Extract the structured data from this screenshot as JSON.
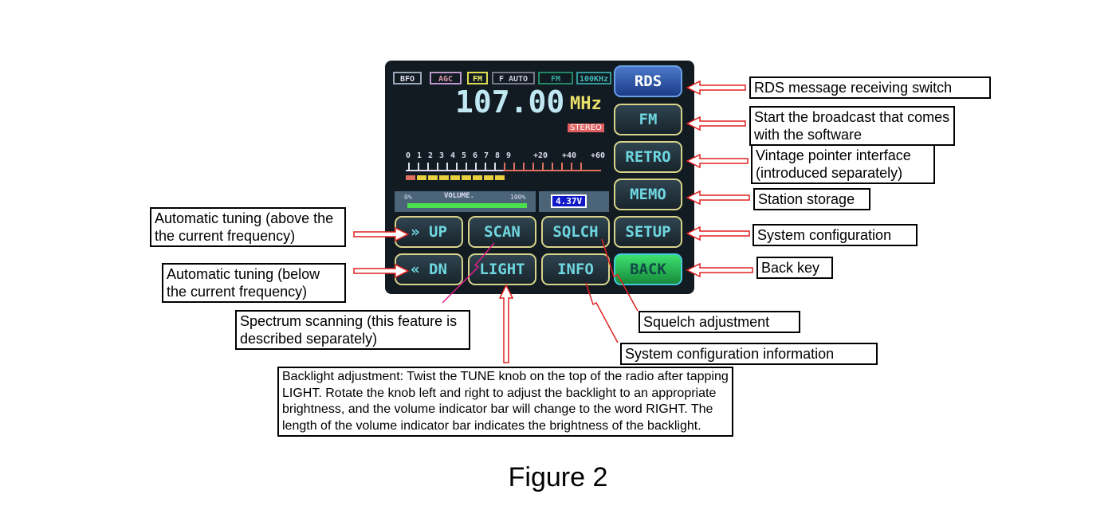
{
  "screen": {
    "indicators": [
      "BFO",
      "AGC",
      "FM",
      "F AUTO",
      "FM",
      "100KHz"
    ],
    "frequency": "107.00",
    "unit": "MHz",
    "stereo": "STEREO",
    "scale_labels": [
      "0",
      "1",
      "2",
      "3",
      "4",
      "5",
      "6",
      "7",
      "8",
      "9",
      "+20",
      "+40",
      "+60"
    ],
    "volume": {
      "label": "VOLUME.",
      "min": "0%",
      "max": "100%",
      "level_percent": 100
    },
    "battery": "4.37V",
    "buttons_right": [
      "RDS",
      "FM",
      "RETRO",
      "MEMO",
      "SETUP",
      "BACK"
    ],
    "buttons_bottom": [
      "UP",
      "SCAN",
      "SQLCH",
      "DN",
      "LIGHT",
      "INFO"
    ],
    "colors": {
      "accent": "#6fd6e0",
      "back": "#2fc060",
      "border": "#d8d48a"
    }
  },
  "annotations": {
    "rds": "RDS message receiving switch",
    "fm": "Start the broadcast that comes with the software",
    "retro": "Vintage pointer interface (introduced separately)",
    "memo": "Station storage",
    "setup": "System configuration",
    "back": "Back key",
    "up": "Automatic tuning (above the the current frequency)",
    "dn": "Automatic tuning (below the current frequency)",
    "scan": "Spectrum scanning (this feature is described separately)",
    "sqlch": "Squelch adjustment",
    "info": "System configuration information",
    "light": "Backlight adjustment: Twist the TUNE knob on the top of the radio after tapping LIGHT. Rotate the knob left and right to adjust the backlight to an appropriate brightness, and the volume indicator bar will change to the word RIGHT. The length of the volume indicator bar indicates the brightness of the backlight."
  },
  "caption": "Figure 2"
}
